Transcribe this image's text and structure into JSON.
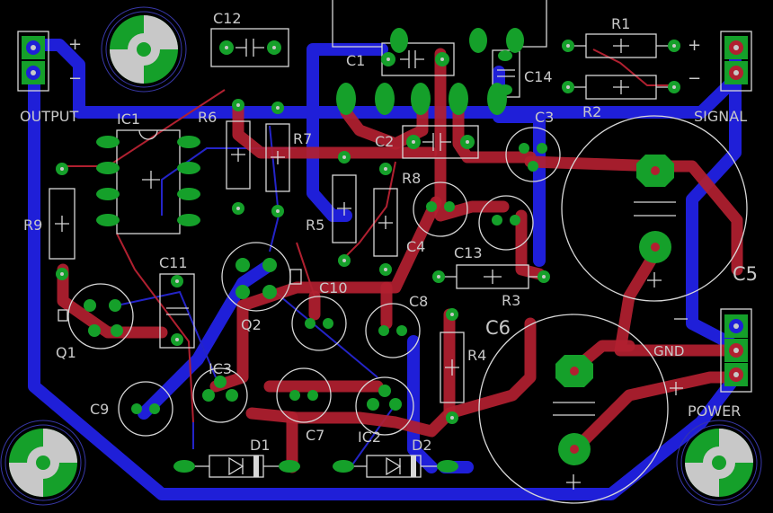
{
  "board": {
    "connector_labels": {
      "output": "OUTPUT",
      "signal": "SIGNAL",
      "power": "POWER",
      "gnd": "GND"
    },
    "polarity_marks": {
      "plus": "+",
      "minus": "−"
    },
    "components": {
      "ic1": "IC1",
      "ic2": "IC2",
      "ic3": "IC3",
      "q1": "Q1",
      "q2": "Q2",
      "r1": "R1",
      "r2": "R2",
      "r3": "R3",
      "r4": "R4",
      "r5": "R5",
      "r6": "R6",
      "r7": "R7",
      "r8": "R8",
      "r9": "R9",
      "c1": "C1",
      "c2": "C2",
      "c3": "C3",
      "c4": "C4",
      "c5": "C5",
      "c6": "C6",
      "c7": "C7",
      "c8": "C8",
      "c9": "C9",
      "c10": "C10",
      "c11": "C11",
      "c12": "C12",
      "c13": "C13",
      "c14": "C14",
      "d1": "D1",
      "d2": "D2"
    },
    "colors": {
      "background": "#000000",
      "bottom_copper": "#1f1fd8",
      "top_copper": "#b22030",
      "pads": "#15a02a",
      "silkscreen": "#d8d8d8"
    }
  }
}
